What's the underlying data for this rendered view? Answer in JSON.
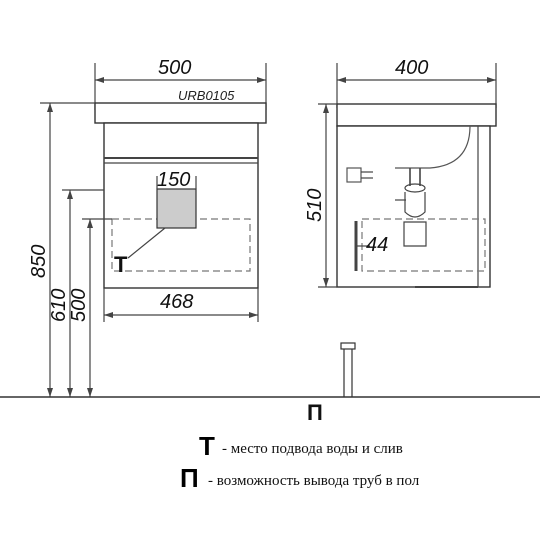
{
  "model_code": "URB0105",
  "front_view": {
    "width_label": "500",
    "inner_width_label": "468",
    "pipe_offset_label": "150",
    "height_total_label": "850",
    "height_mid_label": "610",
    "height_low_label": "500",
    "water_marker": "Т"
  },
  "side_view": {
    "depth_label": "400",
    "height_label": "510",
    "clearance_label": "44"
  },
  "floor_marker": "П",
  "legend": [
    {
      "key": "Т",
      "text": "- место подвода воды и слив"
    },
    {
      "key": "П",
      "text": "- возможность вывода труб в пол"
    }
  ],
  "colors": {
    "line": "#444444",
    "dashed": "#777777",
    "box_fill": "#cccccc"
  }
}
